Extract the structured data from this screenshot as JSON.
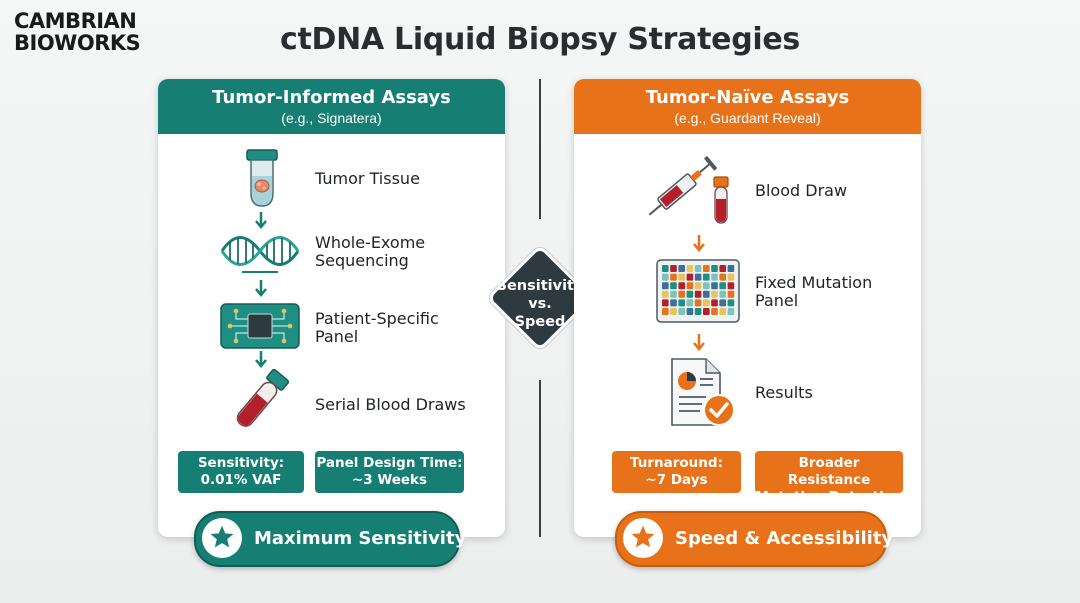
{
  "brand": {
    "line1": "CAMBRIAN",
    "line2": "BIOWORKS"
  },
  "title": "ctDNA Liquid Biopsy Strategies",
  "center": {
    "line1": "Sensitivity",
    "line2": "vs.",
    "line3": "Speed"
  },
  "left": {
    "title": "Tumor-Informed Assays",
    "subtitle": "(e.g., Signatera)",
    "steps": [
      {
        "label": "Tumor Tissue",
        "icon": "test-tube-tissue-icon"
      },
      {
        "label_line1": "Whole-Exome",
        "label_line2": "Sequencing",
        "icon": "dna-helix-icon"
      },
      {
        "label_line1": "Patient-Specific",
        "label_line2": "Panel",
        "icon": "chip-panel-icon"
      },
      {
        "label": "Serial Blood Draws",
        "icon": "blood-vial-icon"
      }
    ],
    "stats": [
      {
        "line1": "Sensitivity:",
        "line2": "0.01% VAF"
      },
      {
        "line1": "Panel Design Time:",
        "line2": "~3 Weeks"
      }
    ],
    "badge": "Maximum Sensitivity",
    "color": "#177e74"
  },
  "right": {
    "title": "Tumor-Naïve Assays",
    "subtitle": "(e.g., Guardant Reveal)",
    "steps": [
      {
        "label": "Blood Draw",
        "icon": "syringe-vial-icon"
      },
      {
        "label_line1": "Fixed Mutation",
        "label_line2": "Panel",
        "icon": "grid-panel-icon"
      },
      {
        "label": "Results",
        "icon": "report-check-icon"
      }
    ],
    "stats": [
      {
        "line1": "Turnaround:",
        "line2": "~7 Days"
      },
      {
        "line1": "Broader Resistance",
        "line2": "Mutation Detection"
      }
    ],
    "badge": "Speed & Accessibility",
    "color": "#e8721a"
  }
}
